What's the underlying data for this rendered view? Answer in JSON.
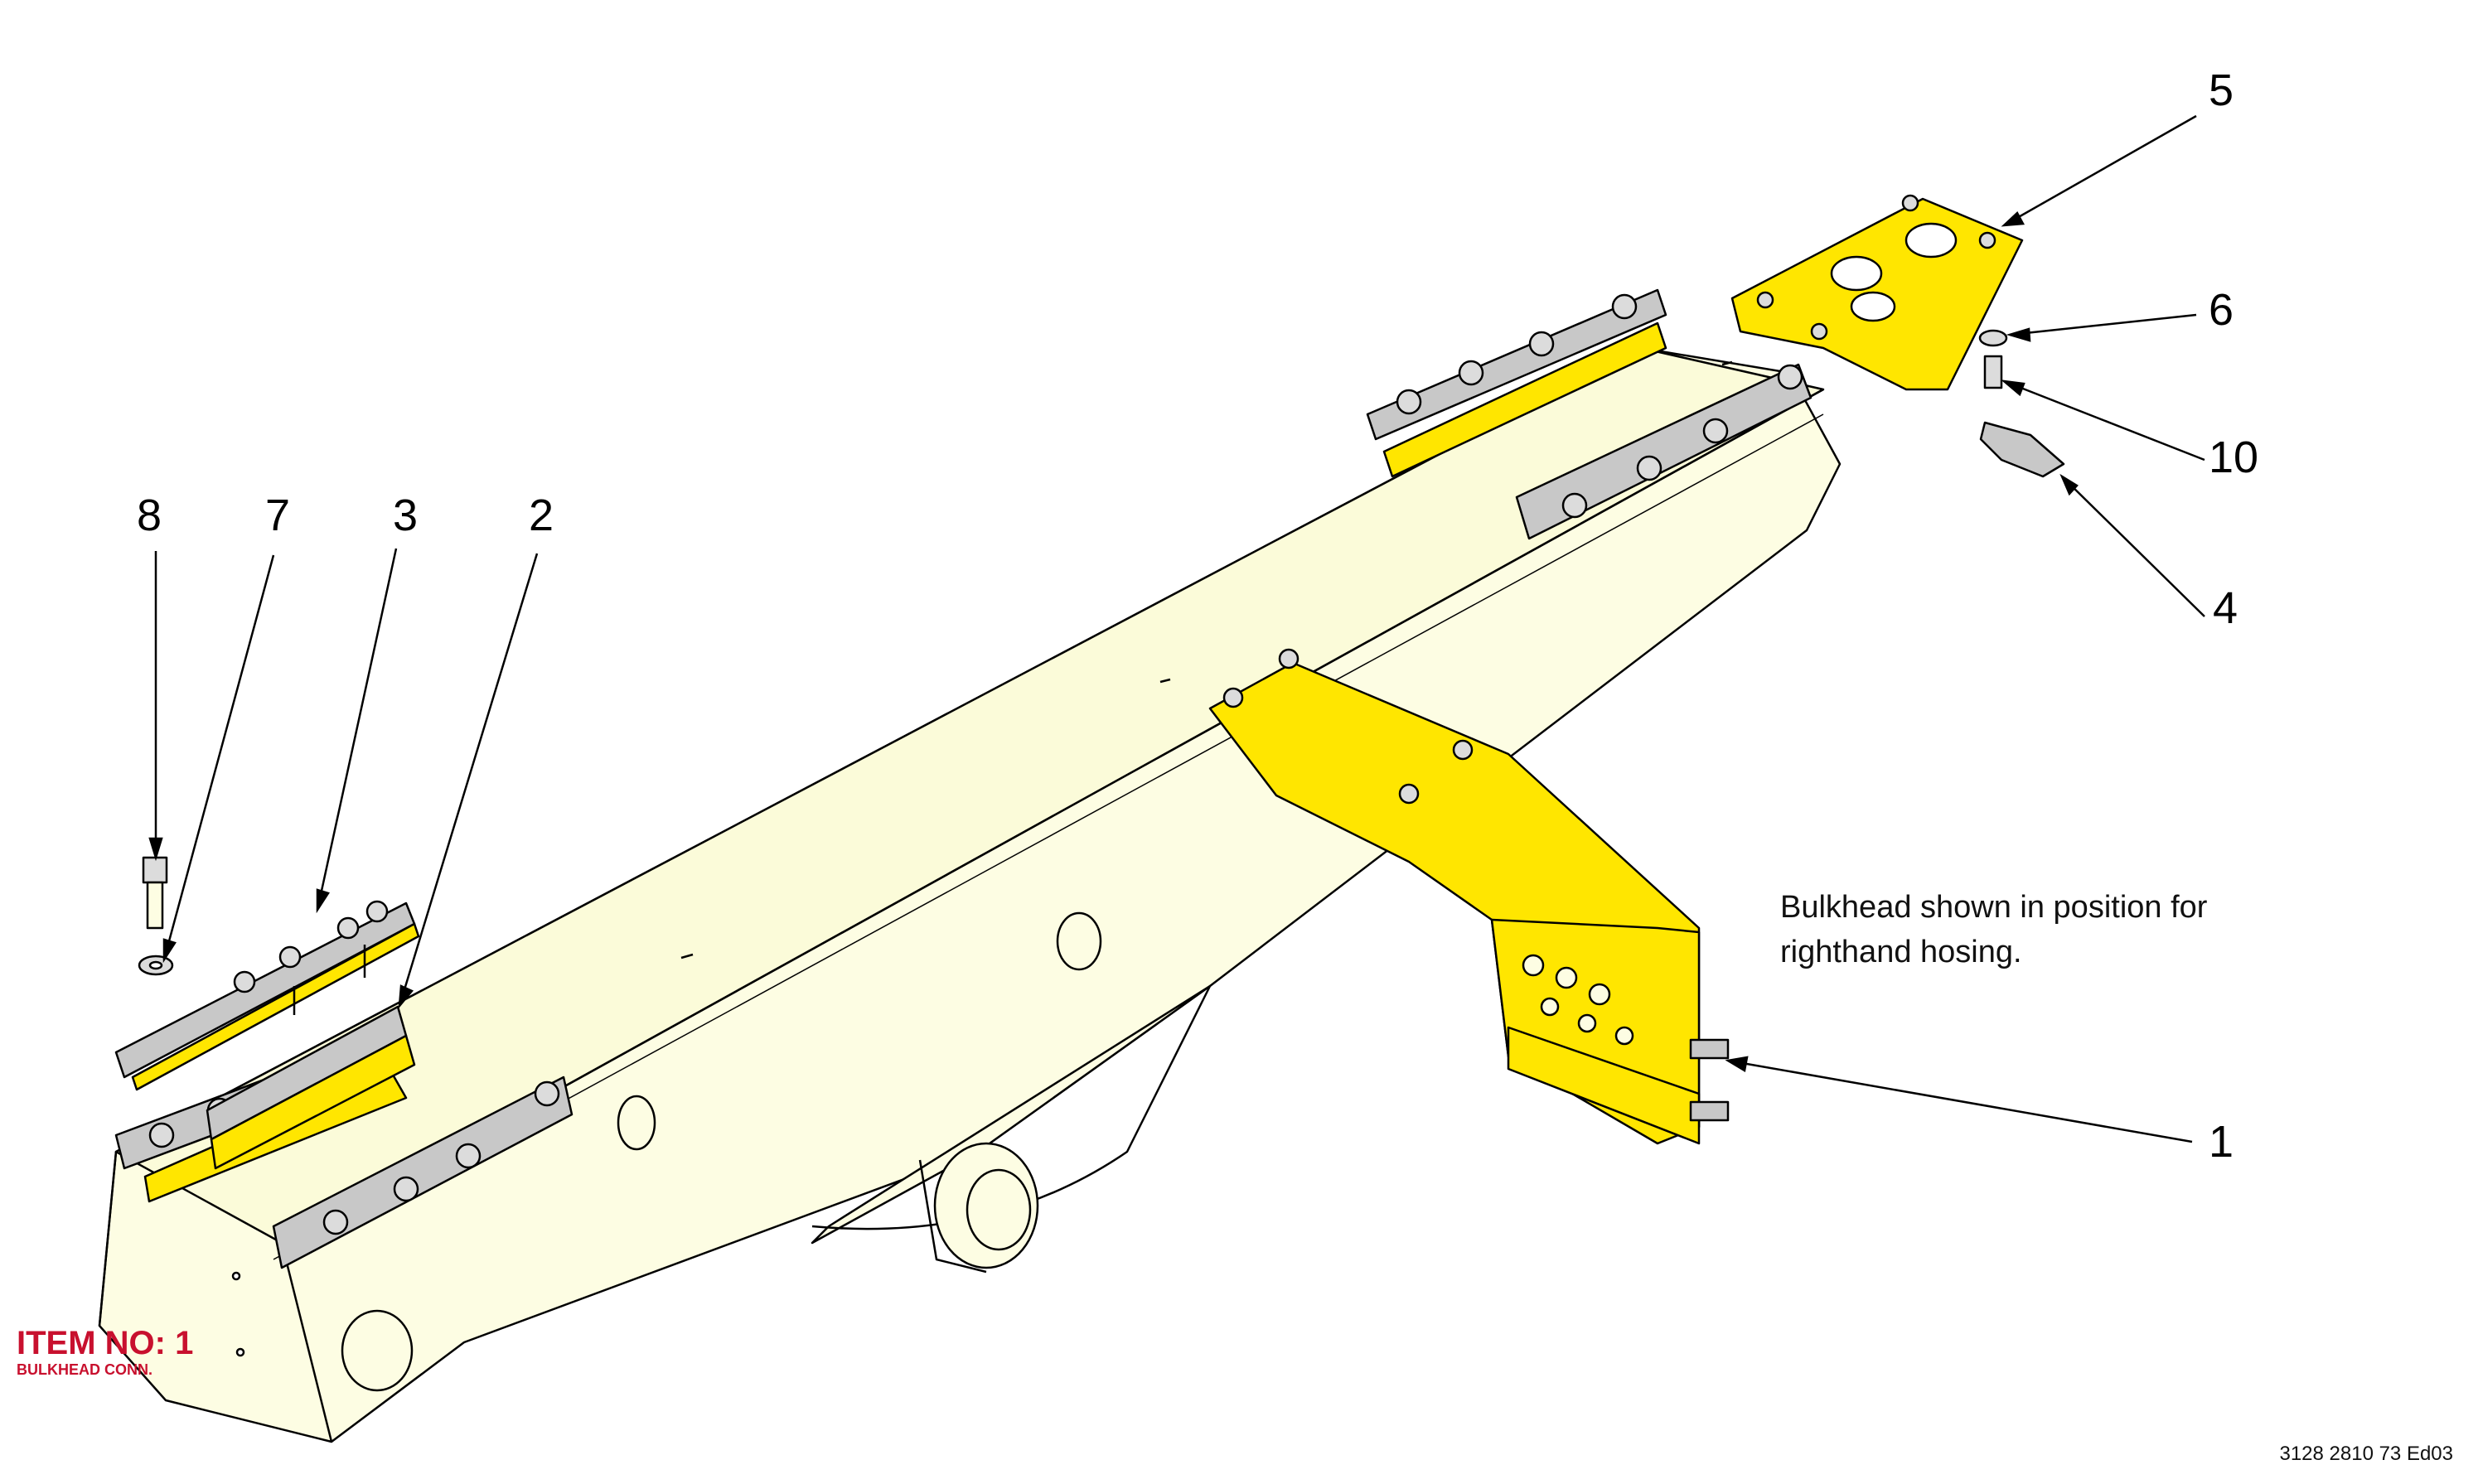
{
  "callouts": [
    {
      "number": "1"
    },
    {
      "number": "2"
    },
    {
      "number": "3"
    },
    {
      "number": "4"
    },
    {
      "number": "5"
    },
    {
      "number": "6"
    },
    {
      "number": "7"
    },
    {
      "number": "8"
    },
    {
      "number": "10"
    }
  ],
  "note": {
    "line1": "Bulkhead shown in position for",
    "line2": "righthand hosing."
  },
  "item_badge": {
    "title": "ITEM NO: 1",
    "subtitle": "BULKHEAD CONN."
  },
  "document_number": "3128 2810 73 Ed03",
  "colors": {
    "frame_fill": "#fdfde3",
    "highlight": "#ffe600",
    "hardware": "#cfcfcf",
    "outline": "#000000",
    "badge": "#c8102e"
  }
}
